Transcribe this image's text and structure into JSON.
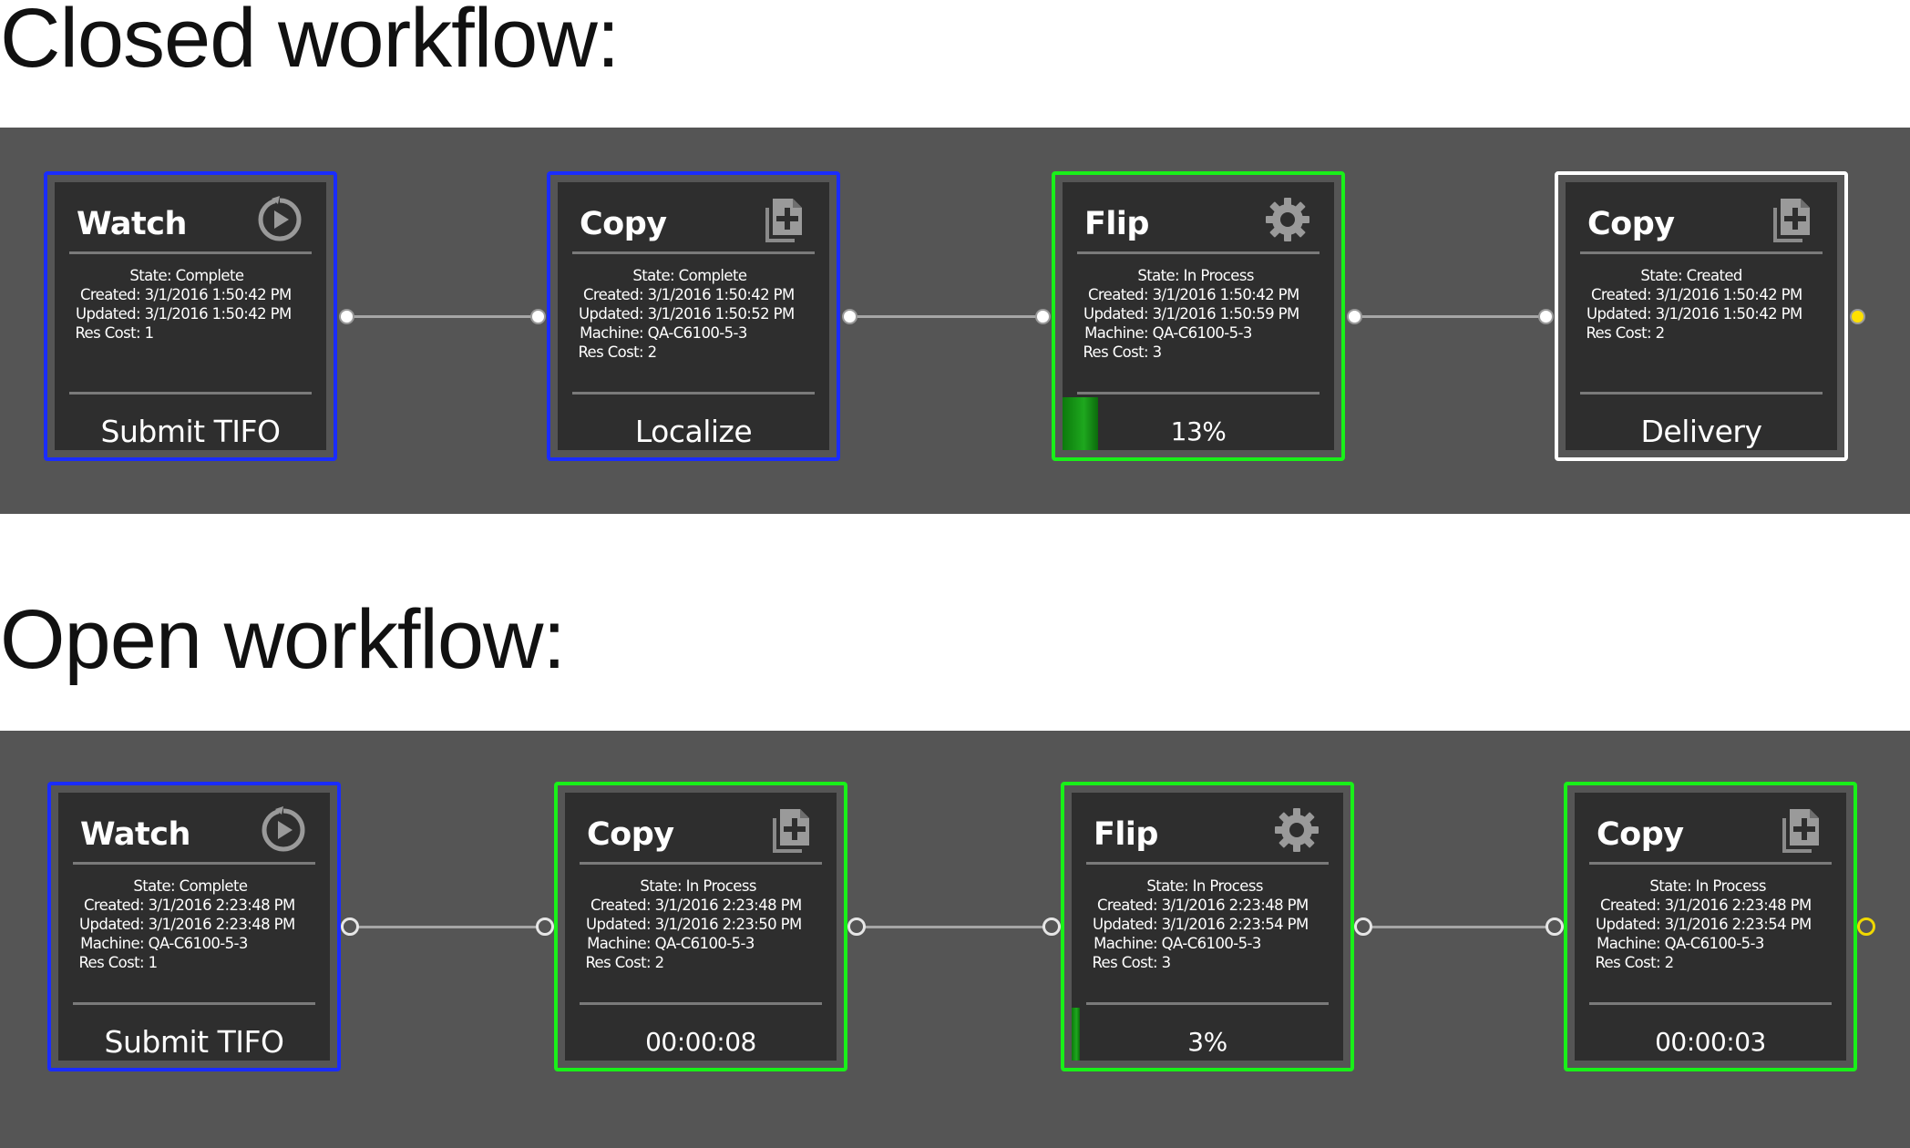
{
  "sections": [
    {
      "title": "Closed workflow:",
      "nodes": [
        {
          "type": "Watch",
          "icon": "watch-icon",
          "border": "blue",
          "state": "Complete",
          "created": "3/1/2016 1:50:42 PM",
          "updated": "3/1/2016 1:50:42 PM",
          "res_cost": "1",
          "footer": "Submit TIFO"
        },
        {
          "type": "Copy",
          "icon": "copy-icon",
          "border": "blue",
          "state": "Complete",
          "created": "3/1/2016 1:50:42 PM",
          "updated": "3/1/2016 1:50:52 PM",
          "machine": "QA-C6100-5-3",
          "res_cost": "2",
          "footer": "Localize"
        },
        {
          "type": "Flip",
          "icon": "gear-icon",
          "border": "green",
          "state": "In Process",
          "created": "3/1/2016 1:50:42 PM",
          "updated": "3/1/2016 1:50:59 PM",
          "machine": "QA-C6100-5-3",
          "res_cost": "3",
          "footer": "13%",
          "progress": 0.13
        },
        {
          "type": "Copy",
          "icon": "copy-icon",
          "border": "white",
          "state": "Created",
          "created": "3/1/2016 1:50:42 PM",
          "updated": "3/1/2016 1:50:42 PM",
          "res_cost": "2",
          "footer": "Delivery"
        }
      ]
    },
    {
      "title": "Open workflow:",
      "nodes": [
        {
          "type": "Watch",
          "icon": "watch-icon",
          "border": "blue",
          "state": "Complete",
          "created": "3/1/2016 2:23:48 PM",
          "updated": "3/1/2016 2:23:48 PM",
          "machine": "QA-C6100-5-3",
          "res_cost": "1",
          "footer": "Submit TIFO"
        },
        {
          "type": "Copy",
          "icon": "copy-icon",
          "border": "green",
          "state": "In Process",
          "created": "3/1/2016 2:23:48 PM",
          "updated": "3/1/2016 2:23:50 PM",
          "machine": "QA-C6100-5-3",
          "res_cost": "2",
          "footer": "00:00:08"
        },
        {
          "type": "Flip",
          "icon": "gear-icon",
          "border": "green",
          "state": "In Process",
          "created": "3/1/2016 2:23:48 PM",
          "updated": "3/1/2016 2:23:54 PM",
          "machine": "QA-C6100-5-3",
          "res_cost": "3",
          "footer": "3%",
          "progress": 0.03
        },
        {
          "type": "Copy",
          "icon": "copy-icon",
          "border": "green",
          "state": "In Process",
          "created": "3/1/2016 2:23:48 PM",
          "updated": "3/1/2016 2:23:54 PM",
          "machine": "QA-C6100-5-3",
          "res_cost": "2",
          "footer": "00:00:03"
        }
      ]
    }
  ],
  "labels": {
    "state": "State:",
    "created": "Created:",
    "updated": "Updated:",
    "machine": "Machine:",
    "res_cost": "Res Cost:"
  },
  "colors": {
    "panel": "#555555",
    "node_body": "#2e2e2e",
    "blue": "#1a2cff",
    "green": "#19f019",
    "white": "#ffffff",
    "output_port": "#ffe000"
  }
}
